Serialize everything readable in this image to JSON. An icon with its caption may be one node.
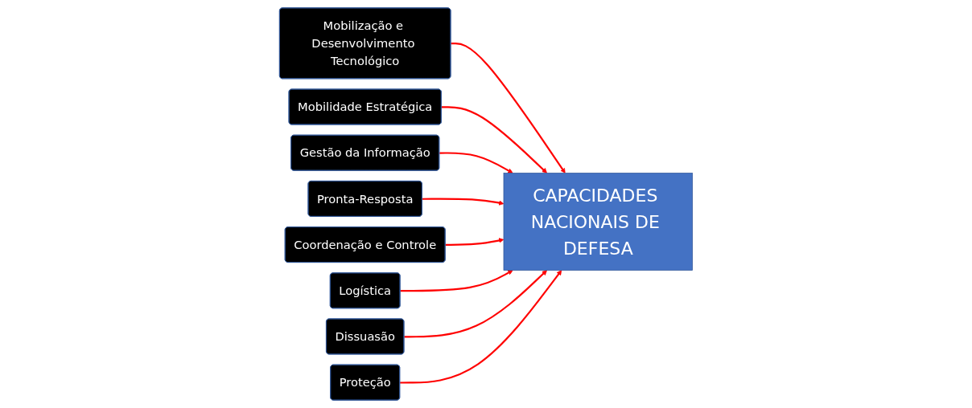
{
  "diagram": {
    "nodes": [
      {
        "text": [
          "Mobilização e Desenvolvimento Tecnológico"
        ]
      },
      {
        "text": [
          "Mobilidade Estratégica"
        ]
      },
      {
        "text": [
          "CAPACIDADES NACIONAIS DE DEFESA"
        ]
      },
      {
        "text": [
          "Gestão da Informação"
        ]
      },
      {
        "text": [
          "Pronta-Resposta"
        ]
      },
      {
        "text": [
          "Coordenação e Controle"
        ]
      },
      {
        "text": [
          "Logística"
        ]
      },
      {
        "text": [
          "Dissuasão"
        ]
      },
      {
        "text": [
          "Proteção"
        ]
      }
    ],
    "edges": [
      {
        "from": 0,
        "to": 2,
        "arrow": "to"
      },
      {
        "from": 1,
        "to": 2,
        "arrow": "to"
      },
      {
        "from": 3,
        "to": 2,
        "arrow": "to"
      },
      {
        "from": 4,
        "to": 2,
        "arrow": "to"
      },
      {
        "from": 5,
        "to": 2,
        "arrow": "to"
      },
      {
        "from": 6,
        "to": 2,
        "arrow": "to"
      },
      {
        "from": 7,
        "to": 2,
        "arrow": "to"
      },
      {
        "from": 8,
        "to": 2,
        "arrow": "to"
      }
    ]
  }
}
